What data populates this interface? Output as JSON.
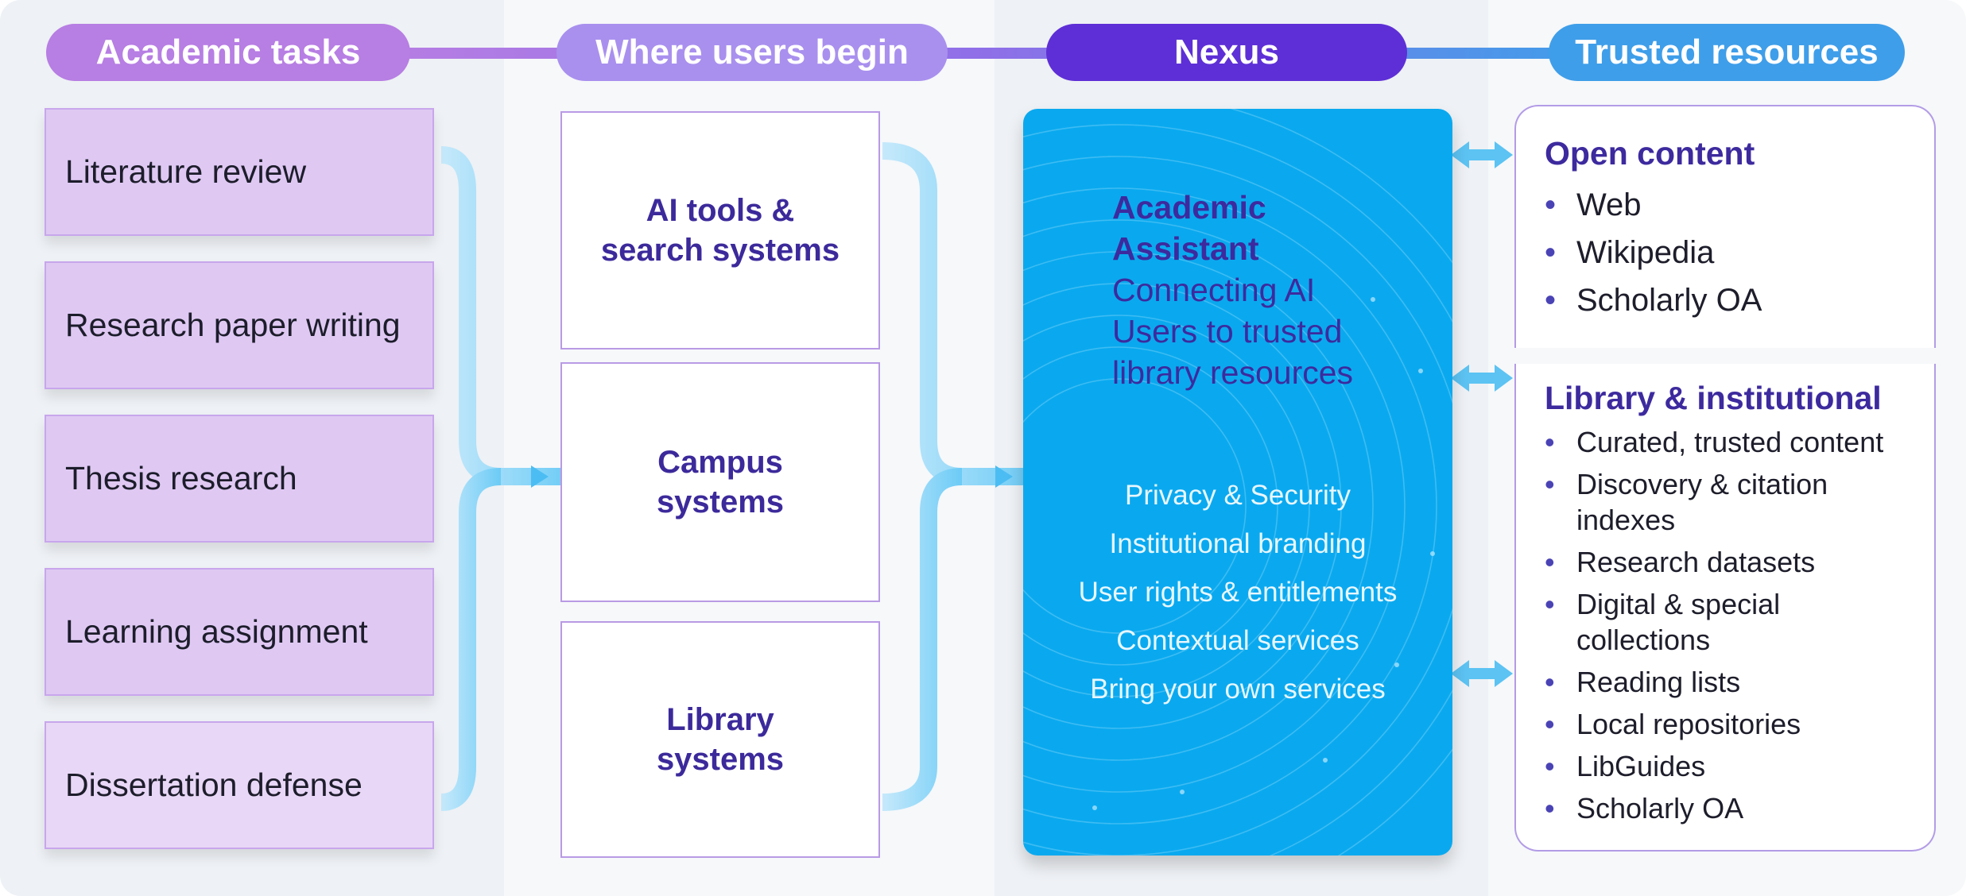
{
  "headers": {
    "academic_tasks": "Academic tasks",
    "where_users_begin": "Where users begin",
    "nexus": "Nexus",
    "trusted_resources": "Trusted resources"
  },
  "tasks": [
    "Literature review",
    "Research paper writing",
    "Thesis research",
    "Learning assignment",
    "Dissertation defense"
  ],
  "entry_points": [
    {
      "line1": "AI tools &",
      "line2": "search systems"
    },
    {
      "line1": "Campus",
      "line2": "systems"
    },
    {
      "line1": "Library",
      "line2": "systems"
    }
  ],
  "nexus": {
    "title_line1": "Academic",
    "title_line2": "Assistant",
    "subtitle_line1": "Connecting AI",
    "subtitle_line2": "Users to trusted",
    "subtitle_line3": "library resources",
    "features": [
      "Privacy & Security",
      "Institutional branding",
      "User rights & entitlements",
      "Contextual services",
      "Bring your own services"
    ]
  },
  "resources": {
    "open": {
      "title": "Open content",
      "items": [
        "Web",
        "Wikipedia",
        "Scholarly OA"
      ]
    },
    "library": {
      "title": "Library & institutional",
      "items": [
        "Curated, trusted content",
        "Discovery & citation indexes",
        "Research datasets",
        "Digital & special collections",
        "Reading lists",
        "Local repositories",
        "LibGuides",
        "Scholarly OA"
      ]
    }
  },
  "colors": {
    "purple_dark": "#5e2fd6",
    "lavender": "#b77ee3",
    "blue": "#3f9ee9",
    "nexus_blue": "#0aa9ef",
    "text_purple": "#3d2a9e"
  }
}
